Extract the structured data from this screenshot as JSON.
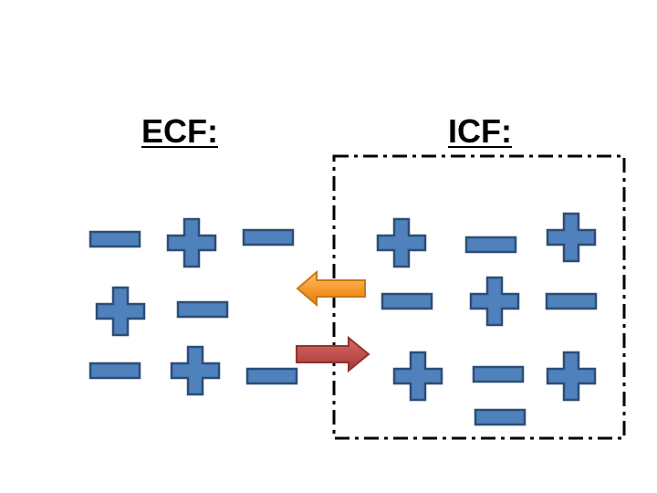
{
  "labels": {
    "ecf": "ECF:",
    "icf": "ICF:"
  },
  "colors": {
    "ion_fill": "#4F81BD",
    "ion_stroke": "#2C4D75",
    "arrow_left_fill": "#F79A2E",
    "arrow_right_fill": "#C0504D",
    "boundary": "#000000"
  },
  "ions": {
    "ecf": [
      "minus",
      "plus",
      "minus",
      "plus",
      "minus",
      "minus",
      "plus",
      "minus"
    ],
    "icf": [
      "plus",
      "minus",
      "plus",
      "minus",
      "plus",
      "minus",
      "plus",
      "minus",
      "plus",
      "minus"
    ]
  },
  "arrows": [
    {
      "direction": "left",
      "name": "arrow-to-ecf"
    },
    {
      "direction": "right",
      "name": "arrow-to-icf"
    }
  ]
}
